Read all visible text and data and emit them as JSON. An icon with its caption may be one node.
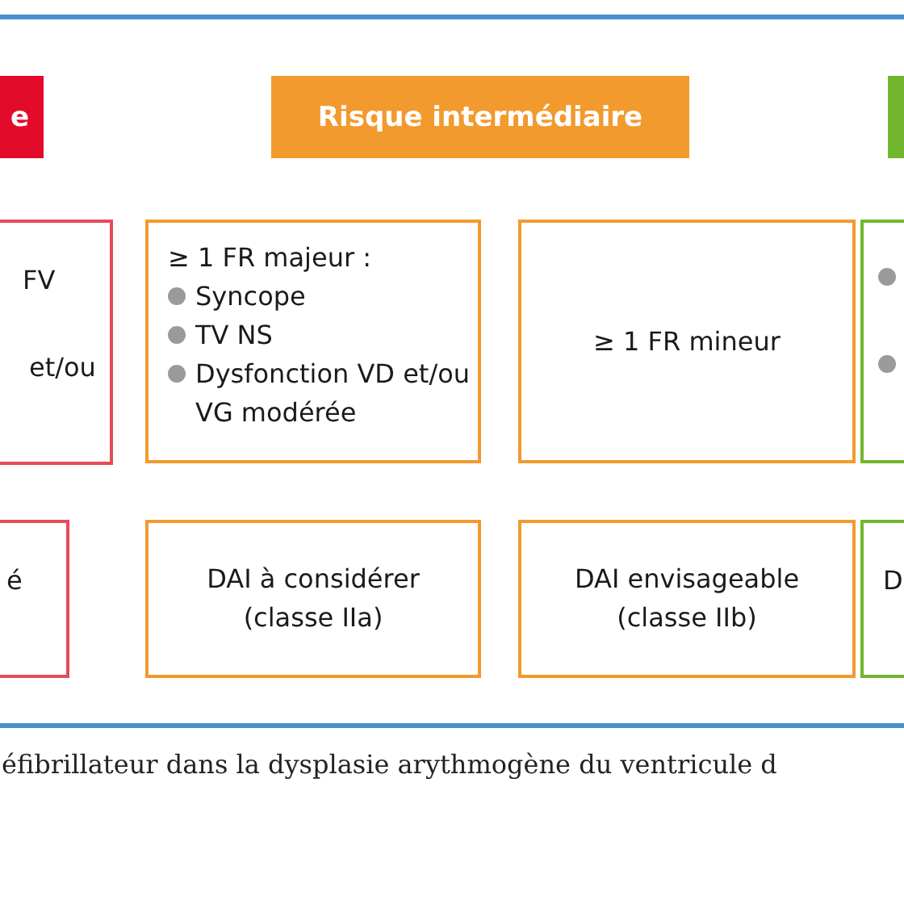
{
  "diagram": {
    "caption": "éfibrillateur dans la dysplasie arythmogène du ventricule d",
    "nodes": [
      {
        "text": [
          "e"
        ]
      },
      {
        "text": [
          "FV",
          "et/ou"
        ]
      },
      {
        "text": [
          "é"
        ]
      },
      {
        "text": [
          "Risque intermédiaire"
        ]
      },
      {
        "text": [
          "≥ 1 FR majeur :",
          "Syncope",
          "TV NS",
          "Dysfonction VD et/ou VG modérée"
        ]
      },
      {
        "text": [
          "≥ 1 FR mineur"
        ]
      },
      {
        "text": [
          "DAI à considérer (classe IIa)"
        ]
      },
      {
        "text": [
          "DAI envisageable (classe IIb)"
        ]
      },
      {
        "text": [],
        "shape": "box"
      },
      {
        "text": [],
        "shape": "box"
      },
      {
        "text": [
          "D"
        ]
      }
    ],
    "edges": []
  }
}
